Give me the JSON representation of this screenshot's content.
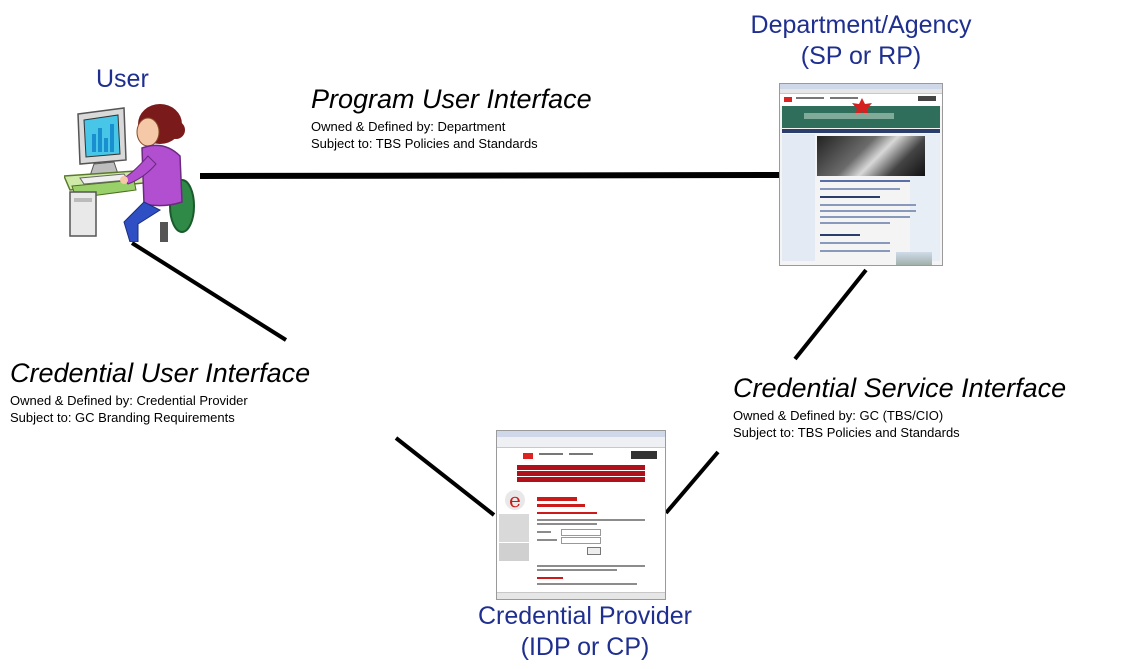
{
  "nodes": {
    "user": {
      "title": "User"
    },
    "department": {
      "title_line1": "Department/Agency",
      "title_line2": "(SP or RP)"
    },
    "provider": {
      "title_line1": "Credential Provider",
      "title_line2": "(IDP or CP)"
    }
  },
  "interfaces": {
    "program": {
      "title": "Program User Interface",
      "owned": "Owned & Defined by: Department",
      "subject": "Subject to: TBS Policies and Standards"
    },
    "credential_user": {
      "title": "Credential User Interface",
      "owned": "Owned & Defined by: Credential Provider",
      "subject": "Subject to: GC Branding Requirements"
    },
    "credential_service": {
      "title": "Credential Service Interface",
      "owned": "Owned & Defined by: GC (TBS/CIO)",
      "subject": "Subject to: TBS Policies and Standards"
    }
  },
  "images": {
    "user_clipart": "woman-at-computer-icon",
    "department_screenshot": "department-website-screenshot",
    "provider_screenshot": "credential-login-screenshot"
  },
  "colors": {
    "node_title": "#1f2f8f",
    "connector": "#000000",
    "gc_red": "#cc1a1a"
  }
}
